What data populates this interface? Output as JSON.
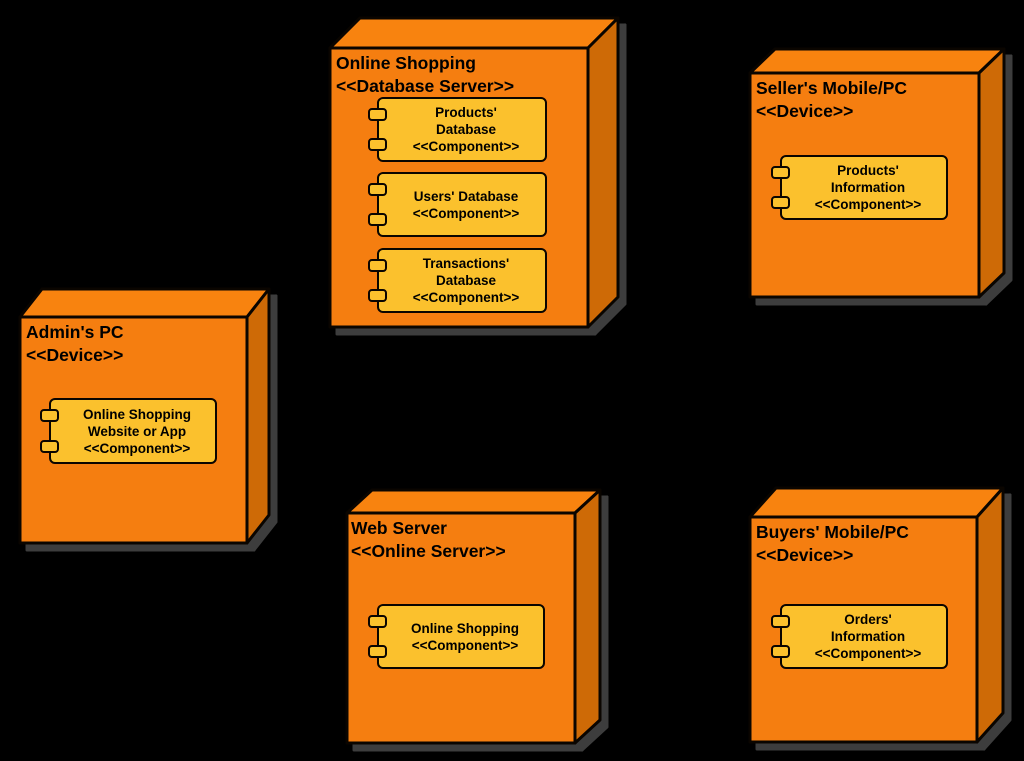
{
  "diagram": {
    "background": "#000000",
    "colors": {
      "node_front": "#F57E10",
      "node_top": "#F8830F",
      "node_side": "#CE6A06",
      "component_fill": "#FBC12D",
      "outline": "#0A0500",
      "text": "#000000",
      "shadow": "#3D3D3D"
    },
    "nodes": [
      {
        "title": "Online Shopping",
        "stereotype": "<<Database Server>>",
        "components": [
          {
            "line1": "Products'",
            "line2": "Database",
            "stereotype": "<<Component>>"
          },
          {
            "line1": "Users' Database",
            "line2": "",
            "stereotype": "<<Component>>"
          },
          {
            "line1": "Transactions'",
            "line2": "Database",
            "stereotype": "<<Component>>"
          }
        ]
      },
      {
        "title": "Seller's Mobile/PC",
        "stereotype": "<<Device>>",
        "components": [
          {
            "line1": "Products'",
            "line2": "Information",
            "stereotype": "<<Component>>"
          }
        ]
      },
      {
        "title": "Admin's PC",
        "stereotype": "<<Device>>",
        "components": [
          {
            "line1": "Online Shopping",
            "line2": "Website or App",
            "stereotype": "<<Component>>"
          }
        ]
      },
      {
        "title": "Web Server",
        "stereotype": "<<Online Server>>",
        "components": [
          {
            "line1": "Online Shopping",
            "line2": "",
            "stereotype": "<<Component>>"
          }
        ]
      },
      {
        "title": "Buyers' Mobile/PC",
        "stereotype": "<<Device>>",
        "components": [
          {
            "line1": "Orders'",
            "line2": "Information",
            "stereotype": "<<Component>>"
          }
        ]
      }
    ]
  }
}
